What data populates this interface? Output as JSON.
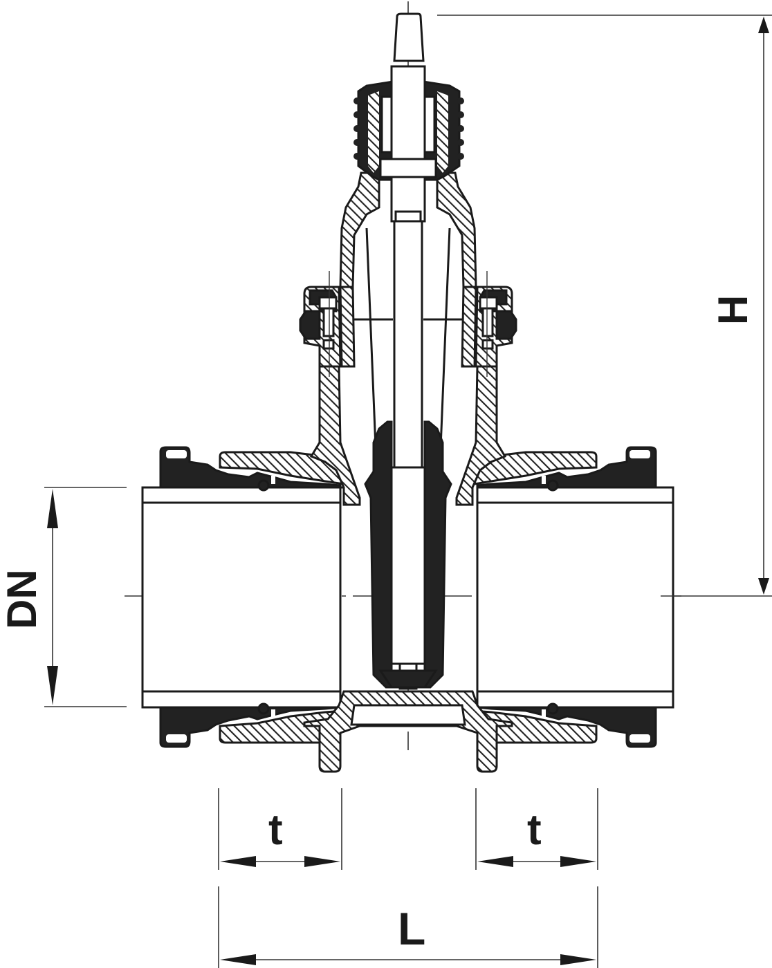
{
  "diagram": {
    "subject": "Gate valve cross-section with socket ends",
    "line_color": "#1a1a1a",
    "fill_color": "#222222",
    "background": "#ffffff",
    "dimensions": {
      "H": {
        "label": "H",
        "orientation": "vertical",
        "from": "top of stem",
        "to": "pipe centerline"
      },
      "DN": {
        "label": "DN",
        "orientation": "vertical",
        "from": "pipe top",
        "to": "pipe bottom"
      },
      "t_left": {
        "label": "t",
        "orientation": "horizontal",
        "meaning": "socket depth (left)"
      },
      "t_right": {
        "label": "t",
        "orientation": "horizontal",
        "meaning": "socket depth (right)"
      },
      "L": {
        "label": "L",
        "orientation": "horizontal",
        "meaning": "overall length"
      }
    }
  }
}
